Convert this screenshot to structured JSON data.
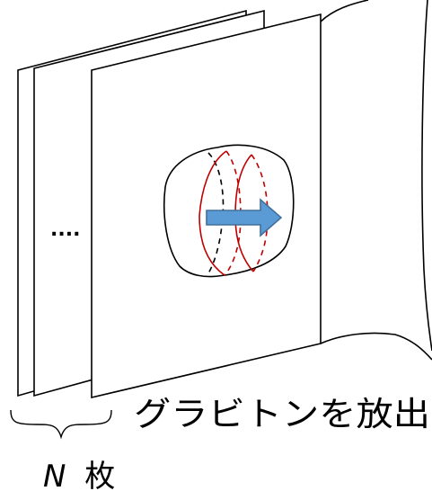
{
  "labels": {
    "dots": "....",
    "emission": "グラビトンを放出",
    "count_var": "N",
    "count_unit": "枚"
  },
  "colors": {
    "outline": "#000000",
    "loop": "#c00000",
    "arrow_fill": "#5b9bd5",
    "arrow_stroke": "#41719c"
  },
  "icons": {
    "arrow": "right-arrow-icon"
  }
}
